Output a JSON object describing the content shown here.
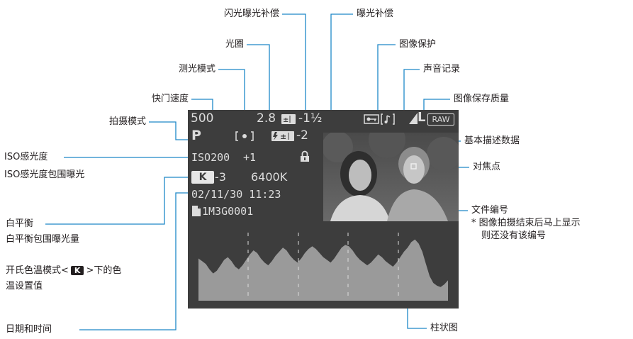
{
  "labels": {
    "flash_comp": "闪光曝光补偿",
    "exposure_comp": "曝光补偿",
    "aperture": "光圈",
    "image_protect": "图像保护",
    "metering": "测光模式",
    "sound_memo": "声音记录",
    "shutter": "快门速度",
    "quality": "图像保存质量",
    "shooting_mode": "拍摄模式",
    "basic_info": "基本描述数据",
    "iso": "ISO感光度",
    "iso_bracket": "ISO感光度包围曝光",
    "af_point": "对焦点",
    "file_no": "文件编号",
    "file_note_1": "*  图像拍摄结束后马上显示",
    "file_note_2": "则还没有该编号",
    "wb": "白平衡",
    "wb_bracket": "白平衡包围曝光量",
    "kelvin_1_a": "开氏色温模式<",
    "kelvin_1_k": "K",
    "kelvin_1_b": ">下的色",
    "kelvin_2": "温设置值",
    "date_time": "日期和时间",
    "histogram": "柱状图"
  },
  "lcd": {
    "shutter": "500",
    "aperture": "2.8",
    "exp_comp_icon": "exposure-compensation-icon",
    "exp_comp": "-1½",
    "shooting_mode": "P",
    "metering_icon": "evaluative-metering-icon",
    "flash_comp_icon": "flash-compensation-icon",
    "flash_comp": "-2",
    "iso": "ISO200",
    "iso_bracket": "+1",
    "lock_icon": "lock-icon",
    "wb_badge": "K",
    "wb_bracket": "-3",
    "kelvin": "6400K",
    "datetime": "02/11/30 11:23",
    "file_icon": "file-icon",
    "file_no": "1M3G0001",
    "quality_l": "L",
    "quality_raw": "RAW",
    "protect_icon": "protect-key-icon",
    "sound_icon": "sound-memo-icon"
  },
  "colors": {
    "lcd_bg": "#3d3d3d",
    "lcd_text": "#dcdcdc",
    "histogram": "#9a9a9a",
    "leader": "#1e88c8"
  },
  "histogram_profile": [
    62,
    58,
    54,
    46,
    40,
    44,
    52,
    60,
    64,
    58,
    50,
    46,
    52,
    60,
    68,
    74,
    70,
    62,
    56,
    52,
    58,
    66,
    72,
    78,
    74,
    66,
    60,
    56,
    62,
    70,
    76,
    80,
    76,
    70,
    64,
    60,
    56,
    62,
    70,
    78,
    82,
    80,
    74,
    66,
    60,
    56,
    52,
    56,
    62,
    68,
    64,
    58,
    54,
    50,
    56,
    64,
    72,
    78,
    86,
    90,
    84,
    72,
    54,
    36,
    26,
    22,
    20,
    24,
    30
  ]
}
